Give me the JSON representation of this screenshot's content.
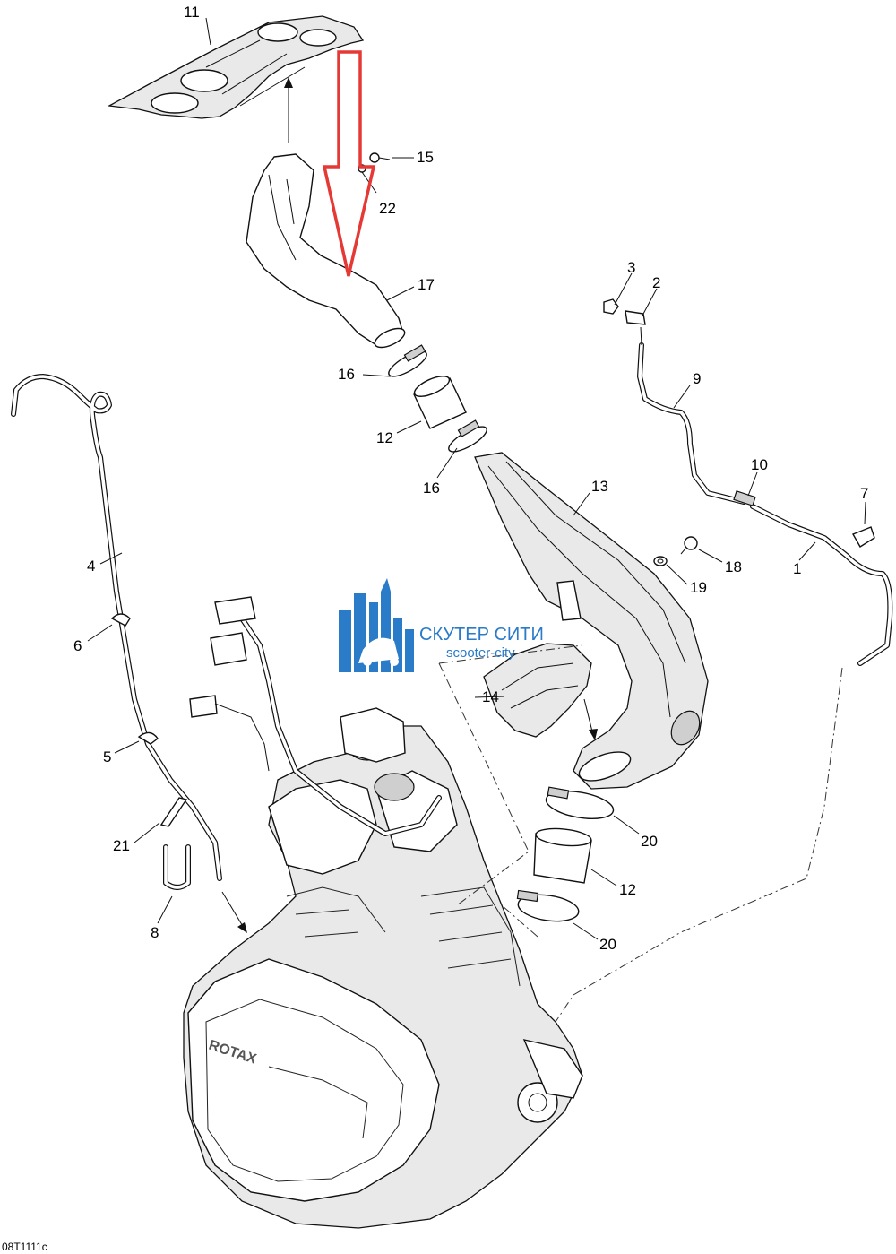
{
  "diagram": {
    "callouts": [
      "11",
      "15",
      "22",
      "17",
      "3",
      "2",
      "16",
      "9",
      "12",
      "16",
      "13",
      "10",
      "7",
      "18",
      "1",
      "19",
      "4",
      "6",
      "14",
      "5",
      "20",
      "21",
      "12",
      "8",
      "20"
    ],
    "drawing_code": "08T1111c",
    "watermark": {
      "brand": "СКУТЕР СИТИ",
      "sub": "scooter-city"
    },
    "engine_badge": "ROTAX",
    "highlight_color": "#e53935",
    "watermark_color": "#2a7bc8"
  }
}
